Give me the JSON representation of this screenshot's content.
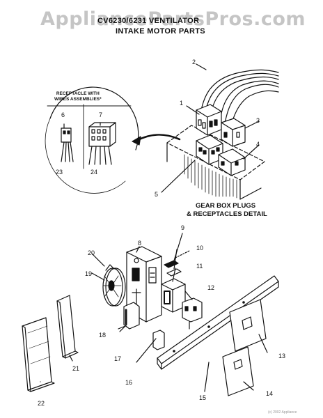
{
  "watermark": "AppliancePartsPros.com",
  "title_line1": "CV6230/6231 VENTILATOR",
  "title_line2": "INTAKE MOTOR PARTS",
  "detail_caption_line1": "GEAR BOX PLUGS",
  "detail_caption_line2": "& RECEPTACLES DETAIL",
  "callout_line1": "RECEPTACLE WITH",
  "callout_line2": "WIRES ASSEMBLIES*",
  "part_numbers": [
    "1",
    "2",
    "3",
    "4",
    "5",
    "6",
    "7",
    "8",
    "9",
    "10",
    "11",
    "12",
    "13",
    "14",
    "15",
    "16",
    "17",
    "18",
    "19",
    "20",
    "21",
    "22",
    "23",
    "24"
  ],
  "copyright": "(c) 2002 Appliance"
}
